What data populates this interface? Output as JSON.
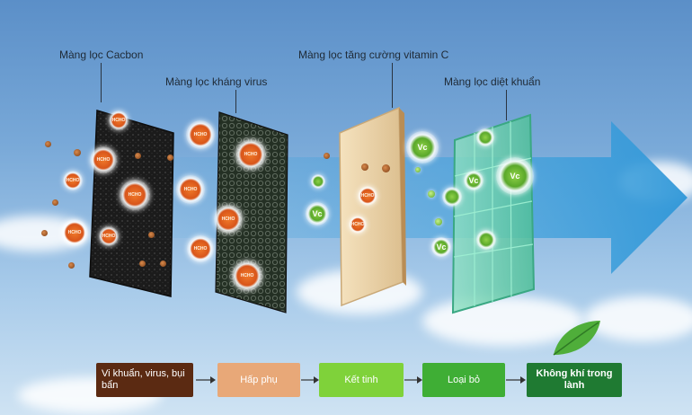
{
  "labels": {
    "carbon": "Màng lọc Cacbon",
    "antivirus": "Màng lọc kháng virus",
    "vitamin_c": "Màng lọc tăng cường vitamin C",
    "antibacterial": "Màng lọc diệt khuẩn"
  },
  "particles": {
    "hcho": "HCHO",
    "vc": "Vc"
  },
  "process": [
    {
      "label": "Vi khuẩn, virus, bụi bẩn",
      "color": "#5b2a12"
    },
    {
      "label": "Hấp phụ",
      "color": "#e8a878"
    },
    {
      "label": "Kết tinh",
      "color": "#7fd23a"
    },
    {
      "label": "Loại bỏ",
      "color": "#3fae35"
    },
    {
      "label": "Không khí trong lành",
      "color": "#1f7a32"
    }
  ],
  "colors": {
    "arrow": "#3aa0dc",
    "carbon_panel": "#1b1b1b",
    "antivirus_panel": "#2c332c",
    "vitamin_panel": "#ecd3a8",
    "antibacterial_panel": "#6fd0b0"
  },
  "icons": [
    "leaf-icon",
    "flow-arrow-icon"
  ]
}
